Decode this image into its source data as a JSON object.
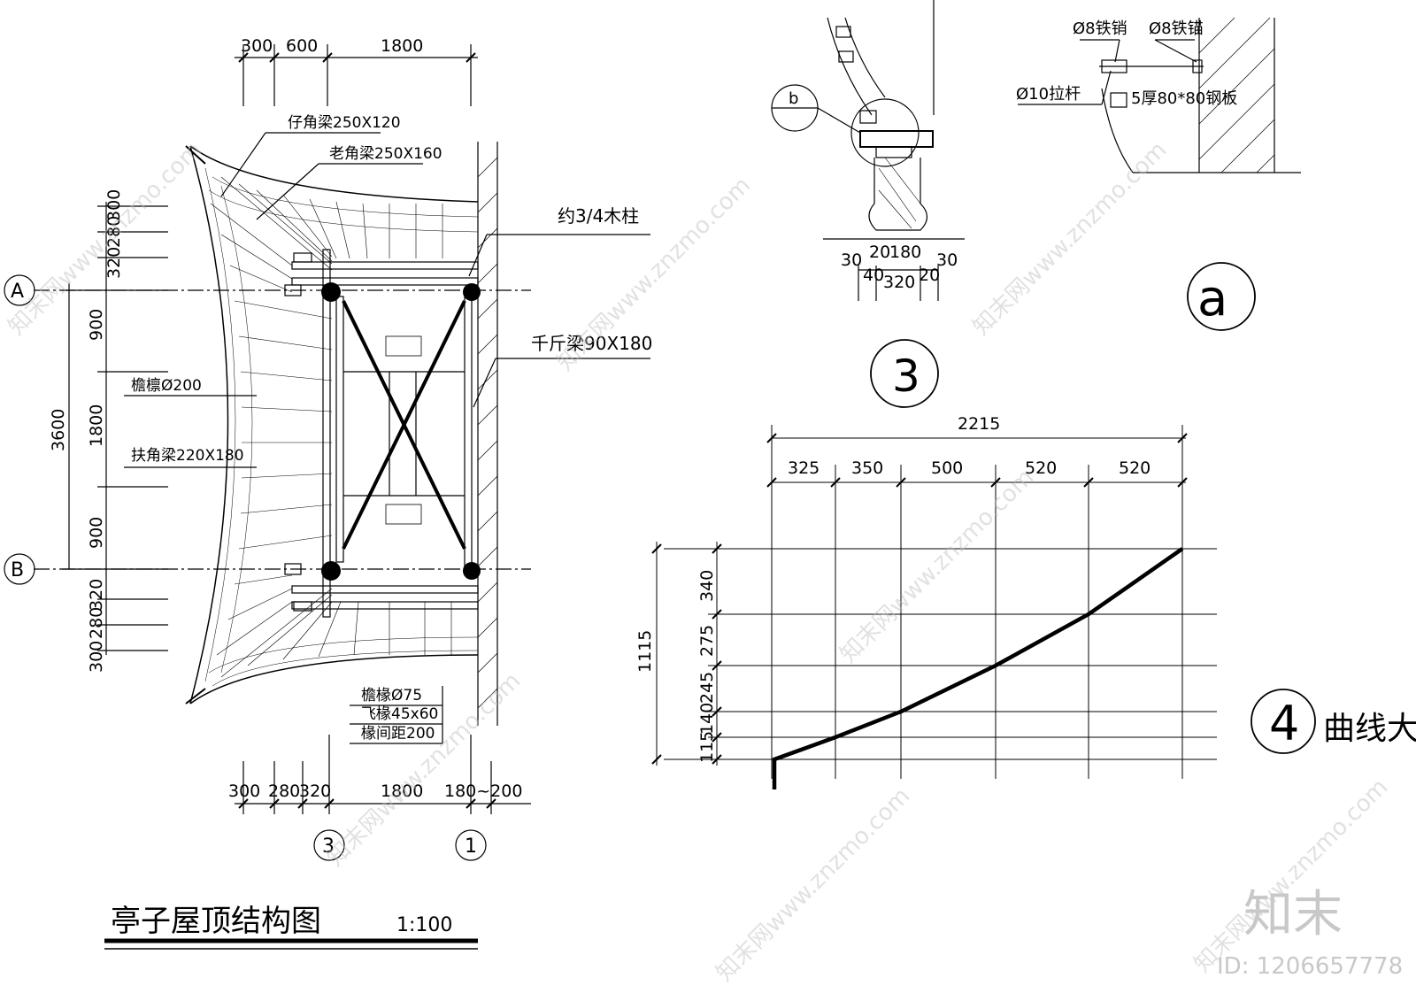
{
  "main_plan": {
    "title": "亭子屋顶结构图",
    "scale": "1:100",
    "top_dims": [
      "300",
      "600",
      "1800"
    ],
    "bottom_dims": [
      "300",
      "280",
      "320",
      "1800",
      "180~200"
    ],
    "left_dims": [
      "300",
      "280",
      "320",
      "900",
      "1800",
      "900",
      "320",
      "280",
      "300"
    ],
    "overall_dim": "3600",
    "axis_a": "A",
    "axis_b": "B",
    "axis_3": "3",
    "axis_1": "1",
    "notes": {
      "zijiao": "仔角梁250X120",
      "laojiao": "老角梁250X160",
      "mu_zhu": "约3/4木柱",
      "qianjin": "千斤梁90X180",
      "linli": "檐檩Ø200",
      "fujiao": "扶角梁220X180",
      "chuan": "檐椽Ø75",
      "feichuan": "飞椽45x60",
      "chuanju": "椽间距200"
    }
  },
  "detail_3": {
    "label": "3",
    "ref_b": "b",
    "dims_row1": [
      "20",
      "180"
    ],
    "dims_row2": [
      "30",
      "40",
      "320",
      "20",
      "30"
    ]
  },
  "detail_a": {
    "label": "a",
    "pin": "Ø8铁销",
    "anchor": "Ø8铁锚",
    "rod": "Ø10拉杆",
    "plate": "5厚80*80钢板"
  },
  "detail_4": {
    "label": "4",
    "title": "曲线大",
    "overall_h": "2215",
    "h_dims": [
      "325",
      "350",
      "500",
      "520",
      "520"
    ],
    "total_v": "1115",
    "v_dims": [
      "340",
      "275",
      "245",
      "140",
      "115"
    ]
  },
  "watermark": {
    "brand": "知末",
    "id": "ID: 1206657778",
    "site": "知末网www.znzmo.com"
  }
}
